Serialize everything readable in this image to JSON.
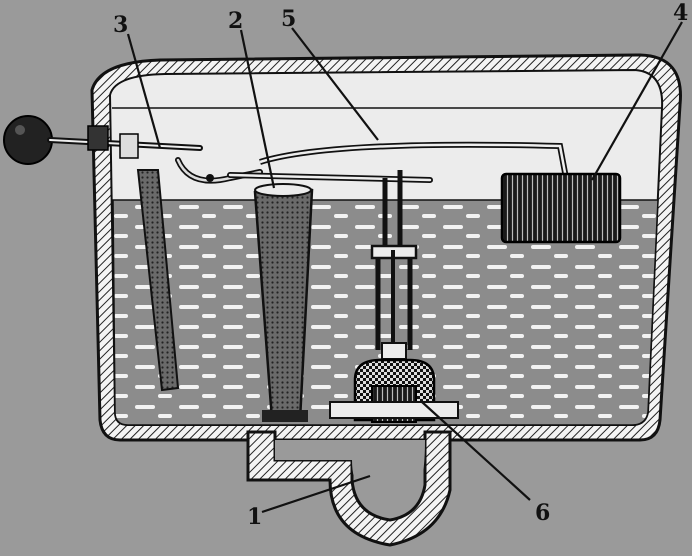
{
  "labels": {
    "l1": "1",
    "l2": "2",
    "l3": "3",
    "l4": "4",
    "l5": "5",
    "l6": "6"
  },
  "colors": {
    "background": "#9a9a9a",
    "tank_wall": "#ffffff",
    "water": "#8f8f8f",
    "air": "#ececec",
    "ink": "#111111"
  }
}
